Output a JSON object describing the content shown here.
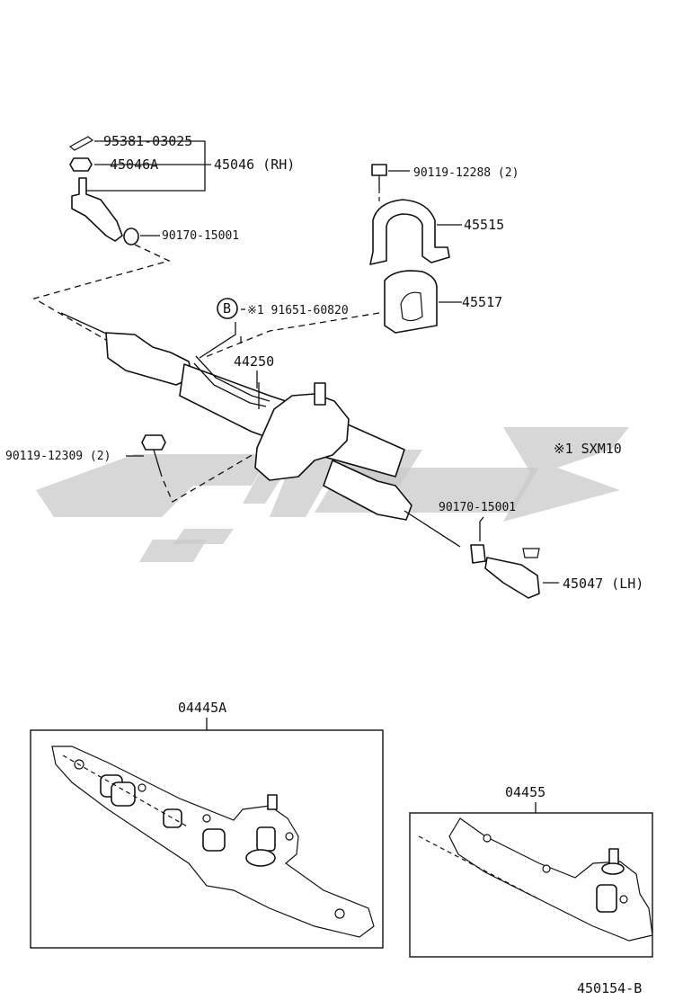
{
  "parts": {
    "cotter_pin": "95381-03025",
    "nut": "45046A",
    "tie_rod_end_rh": "45046 (RH)",
    "bolt_upper": "90119-12288 (2)",
    "bracket": "45515",
    "grommet_upper": "90170-15001",
    "cushion": "45517",
    "circle_label": "B",
    "note_ref": "※1 91651-60820",
    "rack_assembly": "44250",
    "bolt_lower": "90119-12309 (2)",
    "note_model": "※1 SXM10",
    "grommet_lower": "90170-15001",
    "tie_rod_end_lh": "45047 (LH)"
  },
  "kits": {
    "kit_a": "04445A",
    "kit_b": "04455"
  },
  "figure_number": "450154-B",
  "colors": {
    "line": "#111111",
    "watermark": "#c9c9c9",
    "background": "#ffffff"
  }
}
